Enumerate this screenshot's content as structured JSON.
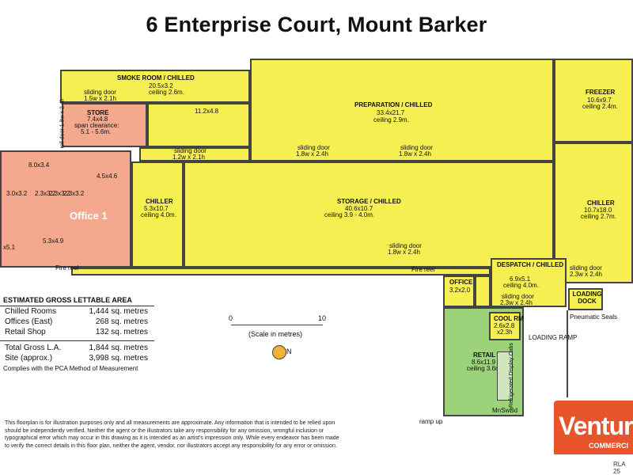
{
  "title": "6 Enterprise Court, Mount Barker",
  "rooms": {
    "smoke_room": {
      "name": "SMOKE ROOM / CHILLED",
      "dims": "20.5x3.2",
      "ceiling": "ceiling 2.6m."
    },
    "preparation": {
      "name": "PREPARATION / CHILLED",
      "dims": "33.4x21.7",
      "ceiling": "ceiling 2.9m."
    },
    "freezer": {
      "name": "FREEZER",
      "dims": "10.6x9.7",
      "ceiling": "ceiling 2.4m."
    },
    "store": {
      "name": "STORE",
      "dims": "7.4x4.8",
      "span": "span clearance:",
      "span_val": "5.1 - 5.6m."
    },
    "room_11": {
      "dims": "11.2x4.8"
    },
    "chiller_left": {
      "name": "CHILLER",
      "dims": "5.3x10.7",
      "ceiling": "ceiling 4.0m."
    },
    "storage": {
      "name": "STORAGE / CHILLED",
      "dims": "40.6x10.7",
      "ceiling": "ceiling 3.9 - 4.0m."
    },
    "chiller_right": {
      "name": "CHILLER",
      "dims": "10.7x18.0",
      "ceiling": "ceiling 2.7m."
    },
    "despatch": {
      "name": "DESPATCH / CHILLED",
      "dims": "6.9x5.1",
      "ceiling": "ceiling 4.0m."
    },
    "office": {
      "name": "OFFICE",
      "dims": "3.2x2.0"
    },
    "cool_room": {
      "name": "COOL RM",
      "dims": "2.6x2.8",
      "ceiling": "x2.3h"
    },
    "retail": {
      "name": "RETAIL",
      "dims": "8.6x11.9",
      "ceiling": "ceiling 3.6m."
    },
    "loading_dock": {
      "name": "LOADING DOCK"
    },
    "office_rooms": [
      "8.0x3.4",
      "3.0x3.2",
      "2.3x3.2",
      "2.3x3.2",
      "2.3x3.2",
      "4.5x4.6",
      "5.3x4.9",
      "x5.1"
    ],
    "office_1": "Office 1"
  },
  "labels": {
    "sliding_door_15": "sliding door",
    "sd_15_size": "1.5w x 2.1h",
    "sd_12_size": "1.2w x 2.1h",
    "sd_18_size": "1.8w x 2.4h",
    "sd_23_size": "2.3w x 2.4h",
    "roll_door": "roll door 1.8w x 2.4h",
    "fire_reel": "Fire reel",
    "loading_ramp": "LOADING RAMP",
    "pneumatic_seals": "Pneumatic Seals",
    "ramp_up": "ramp up",
    "refrigerated": "Refrigerated Display Cabs",
    "mnswbd": "MnSwBd"
  },
  "scale": {
    "zero": "0",
    "ten": "10",
    "caption": "(Scale in metres)",
    "north": "N"
  },
  "gla": {
    "heading": "ESTIMATED GROSS LETTABLE AREA",
    "rows": [
      {
        "label": "Chilled Rooms",
        "value": "1,444 sq. metres"
      },
      {
        "label": "Offices (East)",
        "value": "268 sq. metres"
      },
      {
        "label": "Retail Shop",
        "value": "132 sq. metres"
      }
    ],
    "totals": [
      {
        "label": "Total Gross L.A.",
        "value": "1,844 sq. metres"
      },
      {
        "label": "Site (approx.)",
        "value": "3,998 sq. metres"
      }
    ],
    "note": "Complies with the PCA Method of Measurement"
  },
  "disclaimer": "This floorplan is for illustration purposes only and all measurements are approximate. Any information that is intended to be relied upon should be independently verified. Neither the agent or the illustrators take any responsibility for any omission, wrongful inclusion or typographical error which may occur in this drawing as it is intended as an artist's impression only. While every endeavor has been made to verify the correct details in this floor plan, neither the agent, vendor, nor illustrators accept any responsibility for any error or omission.",
  "logo": {
    "word": "Ventur",
    "sub": "COMMERCI"
  },
  "ref": "RLA 25"
}
